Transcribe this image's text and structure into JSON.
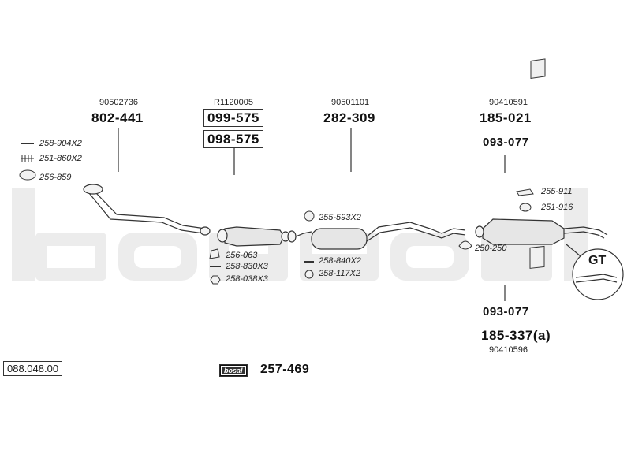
{
  "catalog_number": "088.048.00",
  "sections": {
    "front_pipe": {
      "oem": "90502736",
      "part": "802-441"
    },
    "catalyst": {
      "oem": "R1120005",
      "part_a": "099-575",
      "part_b": "098-575"
    },
    "middle_silencer": {
      "oem": "90501101",
      "part": "282-309"
    },
    "rear_silencer_top": {
      "oem": "90410591",
      "part": "185-021",
      "mount": "093-077"
    },
    "rear_silencer_bottom": {
      "mount": "093-077",
      "part": "185-337(a)",
      "oem": "90410596"
    }
  },
  "accessories": {
    "front_clamp": "258-904X2",
    "front_spring": "251-860X2",
    "front_gasket": "256-859",
    "cat_gasket": "256-063",
    "cat_bolt": "258-830X3",
    "cat_nut": "258-038X3",
    "mid_clamp_top": "255-593X2",
    "mid_bolt": "258-840X2",
    "mid_nut": "258-117X2",
    "rear_bracket": "255-911",
    "rear_ring": "251-916",
    "rear_clamp": "250-250"
  },
  "gt_label": "GT",
  "brand": "bosal",
  "assembly_kit": "257-469"
}
